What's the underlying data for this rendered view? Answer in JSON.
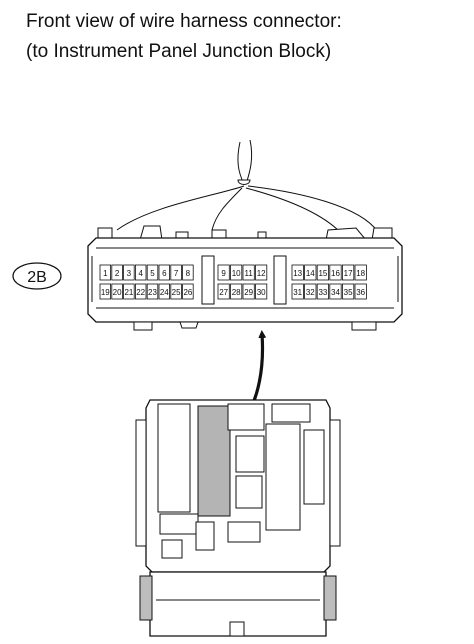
{
  "header": {
    "line1": "Front view of wire harness connector:",
    "line2": "(to Instrument Panel Junction Block)"
  },
  "connector": {
    "code": "2B",
    "pins": {
      "left_top": [
        "1",
        "2",
        "3",
        "4",
        "5",
        "6",
        "7",
        "8"
      ],
      "left_bottom": [
        "19",
        "20",
        "21",
        "22",
        "23",
        "24",
        "25",
        "26"
      ],
      "middle_top": [
        "9",
        "10",
        "11",
        "12"
      ],
      "middle_bottom": [
        "27",
        "28",
        "29",
        "30"
      ],
      "right_top": [
        "13",
        "14",
        "15",
        "16",
        "17",
        "18"
      ],
      "right_bottom": [
        "31",
        "32",
        "33",
        "34",
        "35",
        "36"
      ]
    }
  },
  "colors": {
    "line": "#111111",
    "highlight": "#b4b4b4",
    "background": "#ffffff"
  }
}
